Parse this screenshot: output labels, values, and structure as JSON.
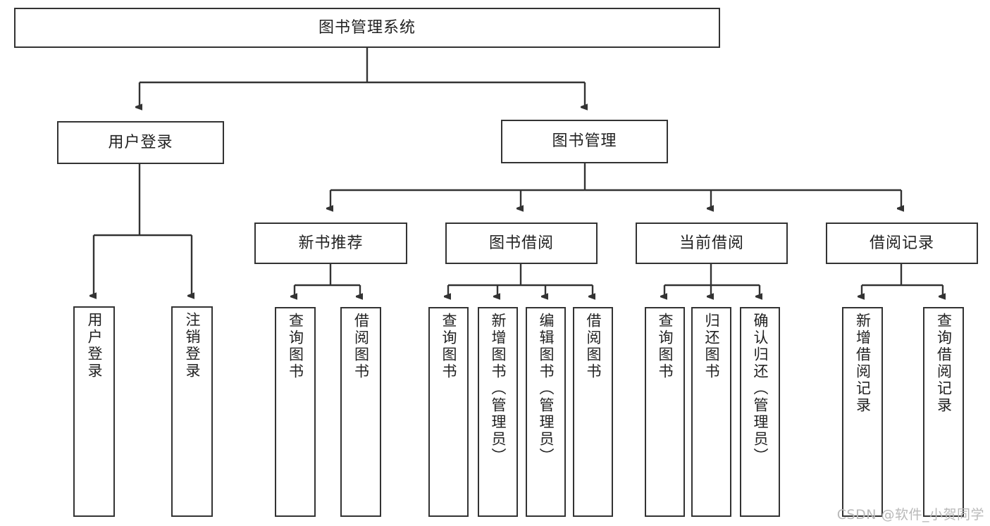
{
  "diagram": {
    "title_node": {
      "label": "图书管理系统"
    },
    "level2": [
      {
        "label": "用户登录"
      },
      {
        "label": "图书管理"
      }
    ],
    "level3": [
      {
        "label": "新书推荐"
      },
      {
        "label": "图书借阅"
      },
      {
        "label": "当前借阅"
      },
      {
        "label": "借阅记录"
      }
    ],
    "leaves": {
      "user_login": [
        {
          "label": "用户登录"
        },
        {
          "label": "注销登录"
        }
      ],
      "new_book_recommend": [
        {
          "label": "查询图书"
        },
        {
          "label": "借阅图书"
        }
      ],
      "book_borrow": [
        {
          "label": "查询图书"
        },
        {
          "label": "新增图书（管理员）"
        },
        {
          "label": "编辑图书（管理员）"
        },
        {
          "label": "借阅图书"
        }
      ],
      "current_borrow": [
        {
          "label": "查询图书"
        },
        {
          "label": "归还图书"
        },
        {
          "label": "确认归还（管理员）"
        }
      ],
      "borrow_records": [
        {
          "label": "新增借阅记录"
        },
        {
          "label": "查询借阅记录"
        }
      ]
    }
  },
  "watermark": {
    "text": "CSDN @软件_小贺同学"
  },
  "colors": {
    "stroke": "#333333",
    "box_fill": "#ffffff",
    "text": "#222222",
    "watermark": "#b9b9b9"
  }
}
